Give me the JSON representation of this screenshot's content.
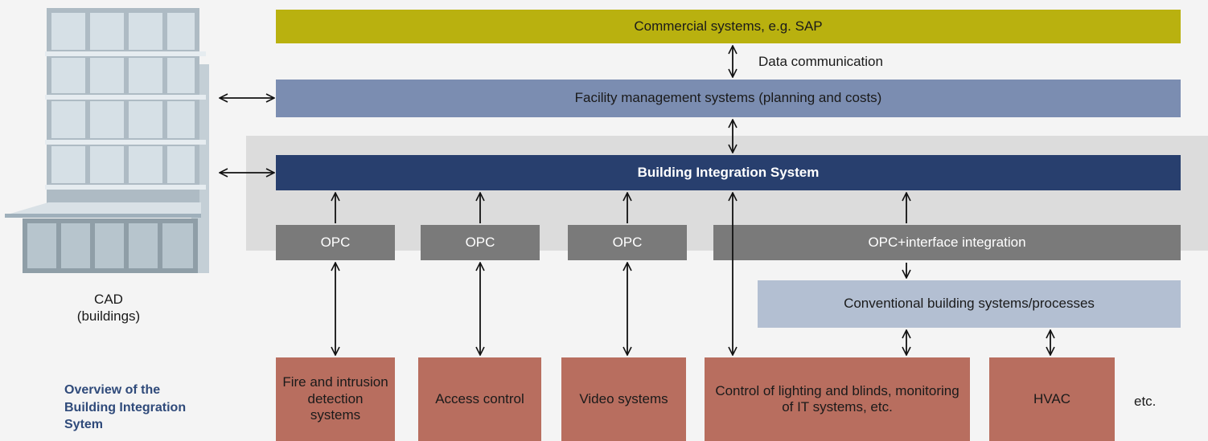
{
  "boxes": {
    "commercial": "Commercial systems, e.g. SAP",
    "facility": "Facility management systems (planning and costs)",
    "bis": "Building Integration System",
    "opc1": "OPC",
    "opc2": "OPC",
    "opc3": "OPC",
    "opc4": "OPC+interface integration",
    "conventional": "Conventional building systems/processes"
  },
  "subsystems": {
    "fire": "Fire and intrusion detection systems",
    "access": "Access control",
    "video": "Video systems",
    "lighting": "Control of lighting and blinds, monitoring of IT systems, etc.",
    "hvac": "HVAC"
  },
  "labels": {
    "data_communication": "Data communication",
    "cad": "CAD (buildings)",
    "etc": "etc.",
    "overview": "Overview of the Building Integration Sytem"
  },
  "colors": {
    "commercial": "#b9b10f",
    "facility": "#7b8db1",
    "bis": "#283f6e",
    "opc": "#7a7a7a",
    "conventional": "#b3bfd2",
    "subsystem": "#b86e5f",
    "overview_text": "#2f4a7a"
  }
}
